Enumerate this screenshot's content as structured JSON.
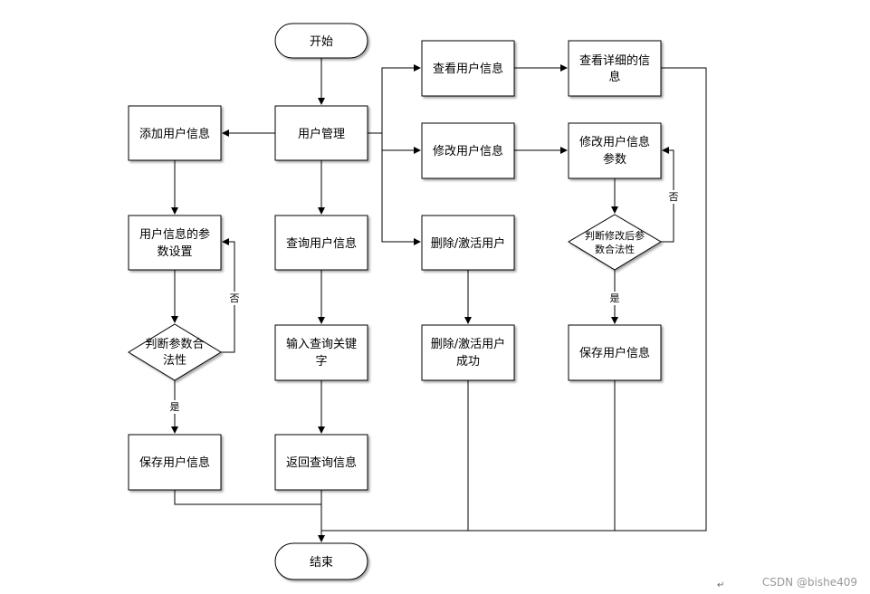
{
  "nodes": {
    "start": "开始",
    "user_mgmt": "用户管理",
    "add_user": "添加用户信息",
    "param_setup": [
      "用户信息的参",
      "数设置"
    ],
    "check_params": [
      "判断参数合",
      "法性"
    ],
    "save_left": "保存用户信息",
    "query_user": "查询用户信息",
    "input_keyword": [
      "输入查询关键",
      "字"
    ],
    "return_result": "返回查询信息",
    "view_user": "查看用户信息",
    "view_detail": [
      "查看详细的信",
      "息"
    ],
    "modify_user": "修改用户信息",
    "modify_params": [
      "修改用户信息",
      "参数"
    ],
    "check_modified": [
      "判断修改后参",
      "数合法性"
    ],
    "save_right": "保存用户信息",
    "delete_user": "删除/激活用户",
    "delete_success": [
      "删除/激活用户",
      "成功"
    ],
    "end": "结束"
  },
  "edge_labels": {
    "no_left": "否",
    "yes_left": "是",
    "no_right": "否",
    "yes_right": "是"
  },
  "watermark": "CSDN @bishe409",
  "return_mark": "↵"
}
